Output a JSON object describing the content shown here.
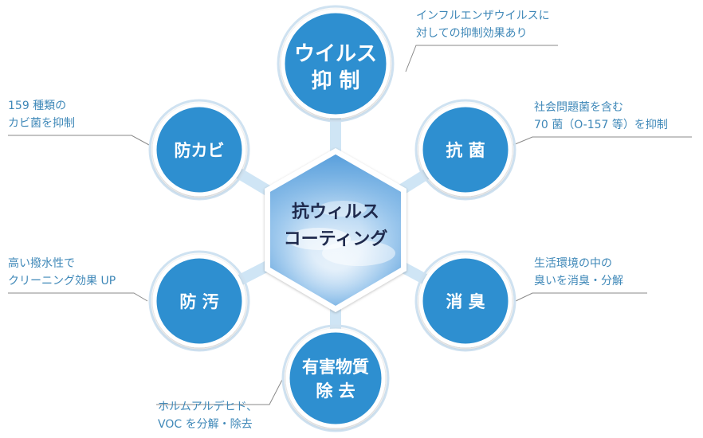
{
  "colors": {
    "node_fill": "#2e8fd0",
    "note_text": "#3f88b8",
    "center_text": "#1f2a4d",
    "spoke": "#cfe5f5",
    "leader": "#8a8a8a"
  },
  "center": {
    "line1": "抗ウィルス",
    "line2": "コーティング"
  },
  "nodes": {
    "virus": {
      "line1": "ウイルス",
      "line2": "抑 制"
    },
    "antibacterial": {
      "line1": "抗 菌"
    },
    "deodorize": {
      "line1": "消 臭"
    },
    "harmful": {
      "line1": "有害物質",
      "line2": "除 去"
    },
    "antifouling": {
      "line1": "防 汚"
    },
    "antimold": {
      "line1": "防カビ"
    }
  },
  "notes": {
    "virus": {
      "line1": "インフルエンザウイルスに",
      "line2": "対しての抑制効果あり"
    },
    "antibacterial": {
      "line1": "社会問題菌を含む",
      "line2": "70 菌（O-157 等）を抑制"
    },
    "deodorize": {
      "line1": "生活環境の中の",
      "line2": "臭いを消臭・分解"
    },
    "harmful": {
      "line1": "ホルムアルデヒド、",
      "line2": "VOC を分解・除去"
    },
    "antifouling": {
      "line1": "高い撥水性で",
      "line2": "クリーニング効果 UP"
    },
    "antimold": {
      "line1": "159 種類の",
      "line2": "カビ菌を抑制"
    }
  }
}
